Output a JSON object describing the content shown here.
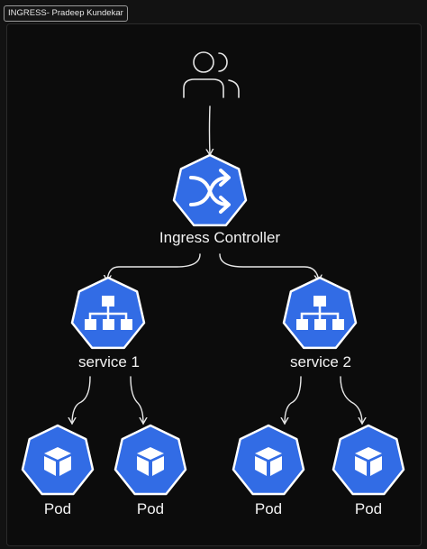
{
  "frame": {
    "title": "INGRESS- Pradeep Kundekar"
  },
  "nodes": {
    "ingress_controller": {
      "label": "Ingress Controller",
      "icon": "shuffle-icon"
    },
    "service_1": {
      "label": "service 1",
      "icon": "network-hierarchy-icon"
    },
    "service_2": {
      "label": "service 2",
      "icon": "network-hierarchy-icon"
    },
    "pod_1": {
      "label": "Pod",
      "icon": "cube-icon"
    },
    "pod_2": {
      "label": "Pod",
      "icon": "cube-icon"
    },
    "pod_3": {
      "label": "Pod",
      "icon": "cube-icon"
    },
    "pod_4": {
      "label": "Pod",
      "icon": "cube-icon"
    }
  },
  "colors": {
    "k8s_blue": "#326ce5",
    "k8s_border": "#ffffff",
    "arrow": "#e8e8e8",
    "background": "#0c0c0c"
  }
}
